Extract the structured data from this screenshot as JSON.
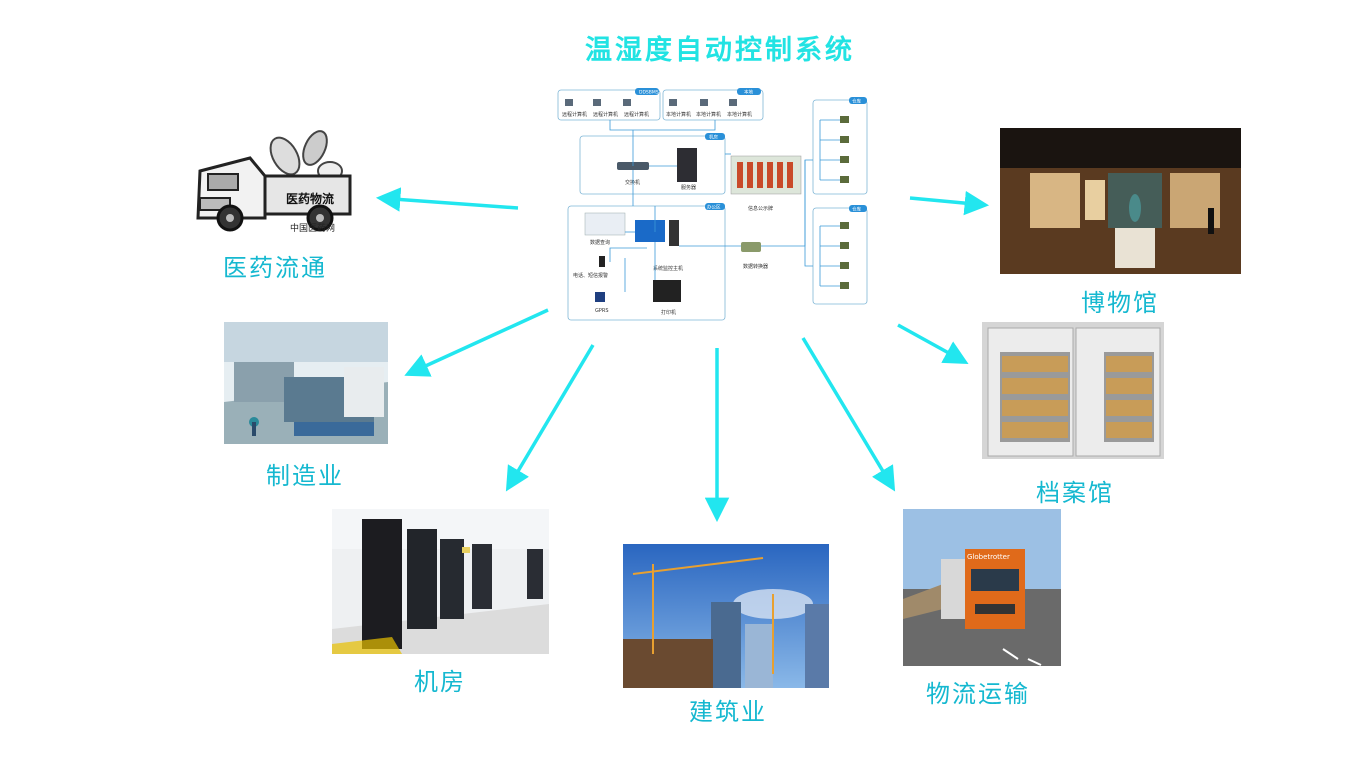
{
  "title": "温湿度自动控制系统",
  "center_diagram": {
    "group_labels": [
      "DDSBMS",
      "本地",
      "机房",
      "办公区",
      "仓库",
      "仓库"
    ],
    "remote_pcs": [
      "远程计算机",
      "远程计算机",
      "远程计算机"
    ],
    "local_pcs": [
      "本地计算机",
      "本地计算机",
      "本地计算机"
    ],
    "switch": "交换机",
    "server": "服务器",
    "info_board": "信息公示牌",
    "data_query": "数据查询",
    "phone_alarm": "电话、短信报警",
    "gprs": "GPRS",
    "host": "系统监控主机",
    "converter": "数据转换器",
    "printer": "打印机"
  },
  "applications": [
    {
      "id": "pharma",
      "label": "医药流通"
    },
    {
      "id": "museum",
      "label": "博物馆"
    },
    {
      "id": "manufacturing",
      "label": "制造业"
    },
    {
      "id": "archive",
      "label": "档案馆"
    },
    {
      "id": "server-room",
      "label": "机房"
    },
    {
      "id": "construction",
      "label": "建筑业"
    },
    {
      "id": "logistics",
      "label": "物流运输"
    }
  ],
  "photo_text": {
    "truck_sign": "医药物流",
    "truck_watermark": "中国医药网",
    "lorry_brand": "Globetrotter"
  },
  "colors": {
    "arrow": "#22e6ef",
    "title": "#22e3e3",
    "label": "#15b8d0"
  }
}
